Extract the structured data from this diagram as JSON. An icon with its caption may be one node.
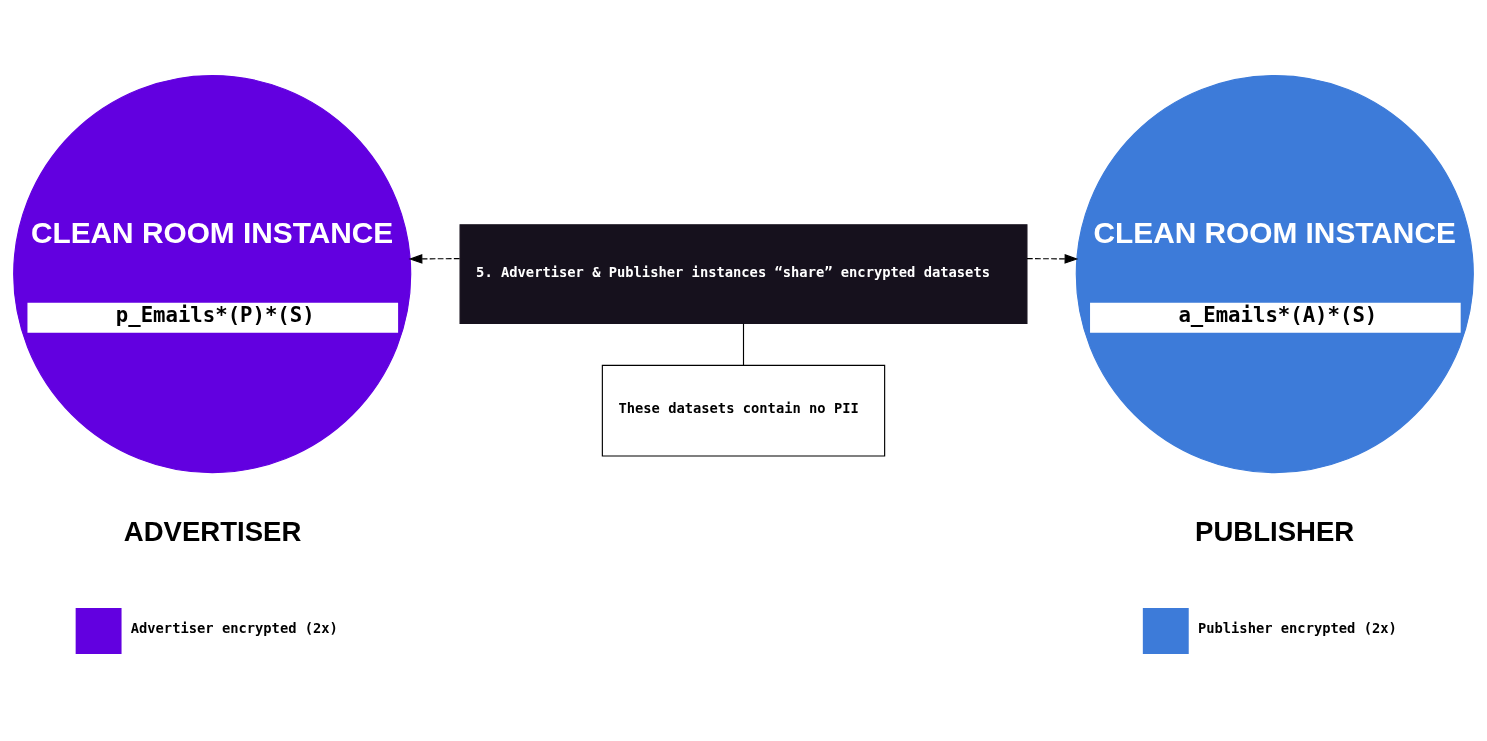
{
  "diagram": {
    "nodes": [
      {
        "text": [
          "CLEAN ROOM INSTANCE",
          "p_Emails*(P)*(S)"
        ],
        "beside": [
          "ADVERTISER"
        ]
      },
      {
        "text": [
          "5. Advertiser & Publisher instances “share” encrypted datasets"
        ]
      },
      {
        "text": [
          "CLEAN ROOM INSTANCE",
          "a_Emails*(A)*(S)"
        ],
        "beside": [
          "PUBLISHER"
        ]
      },
      {
        "text": [
          "These datasets contain no PII"
        ]
      }
    ],
    "edges": [
      {
        "from": 1,
        "to": 0,
        "arrow": "to",
        "style": "dashed"
      },
      {
        "from": 1,
        "to": 2,
        "arrow": "to",
        "style": "dashed"
      },
      {
        "from": 1,
        "to": 3,
        "arrow": "none"
      }
    ],
    "legend": [
      {
        "text": "Advertiser encrypted (2x)",
        "color": "#6200e0"
      },
      {
        "text": "Publisher encrypted (2x)",
        "color": "#3d7bd9"
      }
    ]
  }
}
